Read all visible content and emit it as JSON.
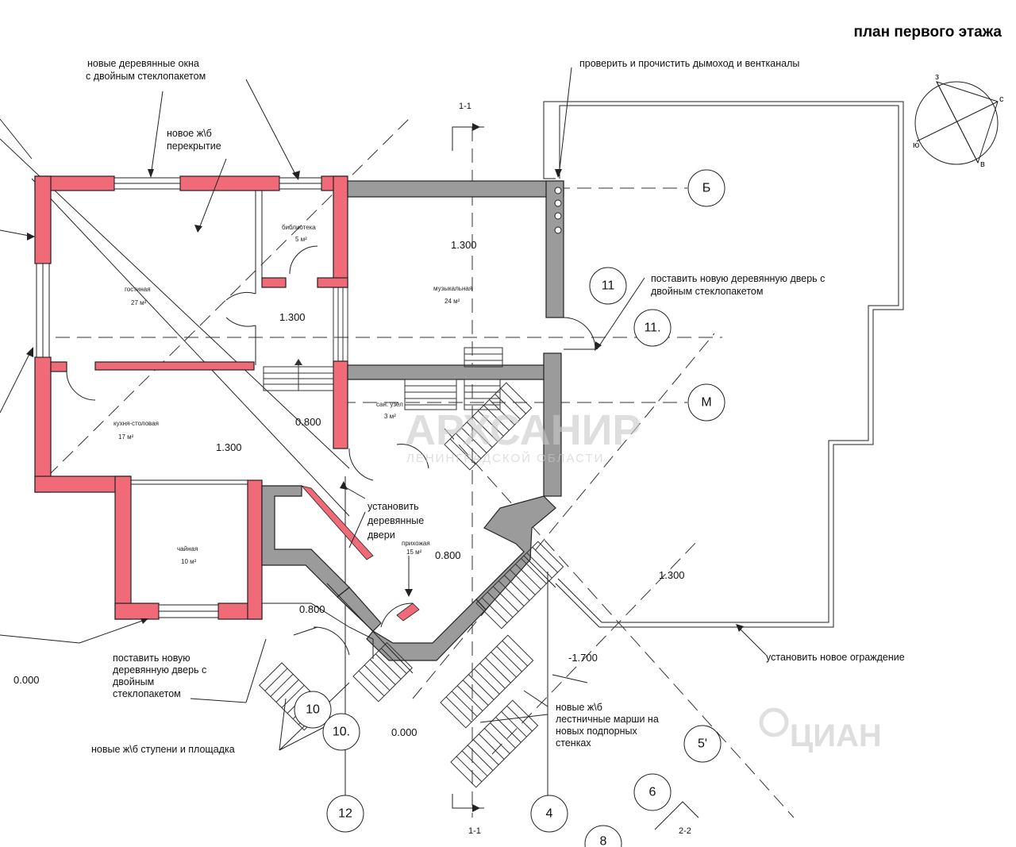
{
  "title": "план первого этажа",
  "notes": {
    "windows": [
      "новые деревянные окна",
      "с двойным стеклопакетом"
    ],
    "slab": [
      "новое ж\\б",
      "перекрытие"
    ],
    "chimney": "проверить и прочистить дымоход и вентканалы",
    "door_right": [
      "поставить новую деревянную дверь с",
      "двойным стеклопакетом"
    ],
    "doors_wood": [
      "установить",
      "деревянные",
      "двери"
    ],
    "door_left": [
      "поставить новую",
      "деревянную дверь с",
      "двойным",
      "стеклопакетом"
    ],
    "fence": "установить новое ограждение",
    "stairs": [
      "новые ж\\б",
      "лестничные марши на",
      "новых подпорных",
      "стенках"
    ],
    "steps": "новые ж\\б ступени и площадка"
  },
  "rooms": {
    "library": {
      "name": "библиотека",
      "area": "5 м²"
    },
    "living": {
      "name": "гостиная",
      "area": "27 м²"
    },
    "music": {
      "name": "музыкальная",
      "area": "24 м²"
    },
    "kitchen": {
      "name": "кухня-столовая",
      "area": "17 м²"
    },
    "bath": {
      "name": "сан. узел",
      "area": "3 м²"
    },
    "tea": {
      "name": "чайная",
      "area": "10 м²"
    },
    "hall": {
      "name": "прихожая",
      "area": "15 м²"
    }
  },
  "levels": {
    "music": "1.300",
    "hallway": "1.300",
    "kitchen": "1.300",
    "terrace": "1.300",
    "stair_top": "0.800",
    "hall": "0.800",
    "porch": "0.800",
    "ground_left": "0.000",
    "ground_mid": "0.000",
    "lower": "-1.700"
  },
  "axes": {
    "b": "Б",
    "m": "М",
    "a11": "11",
    "a11p": "11.",
    "a10": "10",
    "a10p": "10.",
    "a12": "12",
    "a4": "4",
    "a8": "8",
    "a6": "6",
    "a5p": "5'"
  },
  "sections": {
    "s11_top": "1-1",
    "s11_bottom": "1-1",
    "s22": "2-2"
  },
  "compass": {
    "n": "з",
    "e": "с",
    "s": "в",
    "w": "ю"
  },
  "watermarks": {
    "center_main": "АРХСАНИР",
    "center_sub": "ЛЕНИНГРАДСКОЙ ОБЛАСТИ",
    "corner": "ЦИАН"
  },
  "colors": {
    "new_wall": "#f06a78",
    "existing_wall": "#9b9b9b",
    "line": "#222222"
  }
}
